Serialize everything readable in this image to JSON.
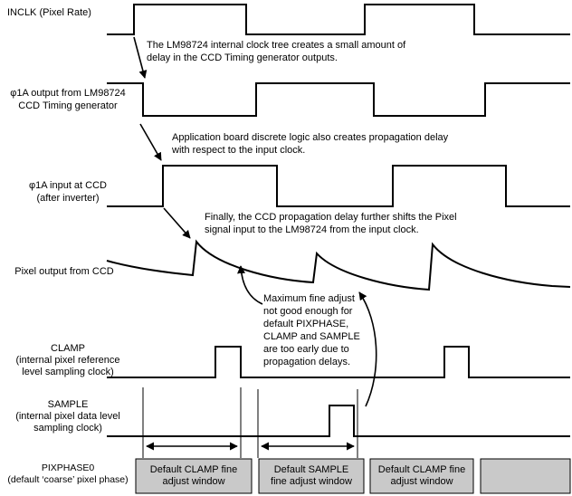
{
  "diagram": {
    "title": "CCD timing propagation delay diagram",
    "signals": [
      {
        "id": "inclk",
        "label": "INCLK (Pixel Rate)"
      },
      {
        "id": "phi1a-output",
        "label": "φ1A output from LM98724\nCCD Timing generator"
      },
      {
        "id": "phi1a-input",
        "label": "φ1A input at CCD\n(after inverter)"
      },
      {
        "id": "pixel-output",
        "label": "Pixel output from CCD"
      },
      {
        "id": "clamp",
        "label": "CLAMP\n(internal pixel reference\nlevel sampling clock)"
      },
      {
        "id": "sample",
        "label": "SAMPLE\n(internal pixel data level\nsampling clock)"
      },
      {
        "id": "pixphase0",
        "label": "PIXPHASE0\n(default ‘coarse’ pixel phase)"
      }
    ],
    "annotations": [
      {
        "id": "clock-tree-delay",
        "text": "The LM98724 internal clock tree creates a small amount of\ndelay in the CCD Timing generator outputs."
      },
      {
        "id": "board-logic-delay",
        "text": "Application board discrete logic also creates propagation delay\nwith respect to the input clock."
      },
      {
        "id": "ccd-delay",
        "text": "Finally, the CCD propagation delay further shifts the Pixel\nsignal input to the LM98724 from the input clock."
      },
      {
        "id": "fine-adjust-note",
        "text": "Maximum fine adjust\nnot good enough for\ndefault PIXPHASE,\nCLAMP and SAMPLE\nare too early due to\npropagation delays."
      }
    ],
    "windows": [
      {
        "id": "clamp-window-1",
        "label": "Default CLAMP fine\nadjust window"
      },
      {
        "id": "sample-window",
        "label": "Default SAMPLE\nfine adjust window"
      },
      {
        "id": "clamp-window-2",
        "label": "Default CLAMP fine\nadjust window"
      },
      {
        "id": "unlabeled-window",
        "label": ""
      }
    ],
    "colors": {
      "line": "#000000",
      "background": "#ffffff",
      "window_fill": "#c9c9c9"
    }
  }
}
